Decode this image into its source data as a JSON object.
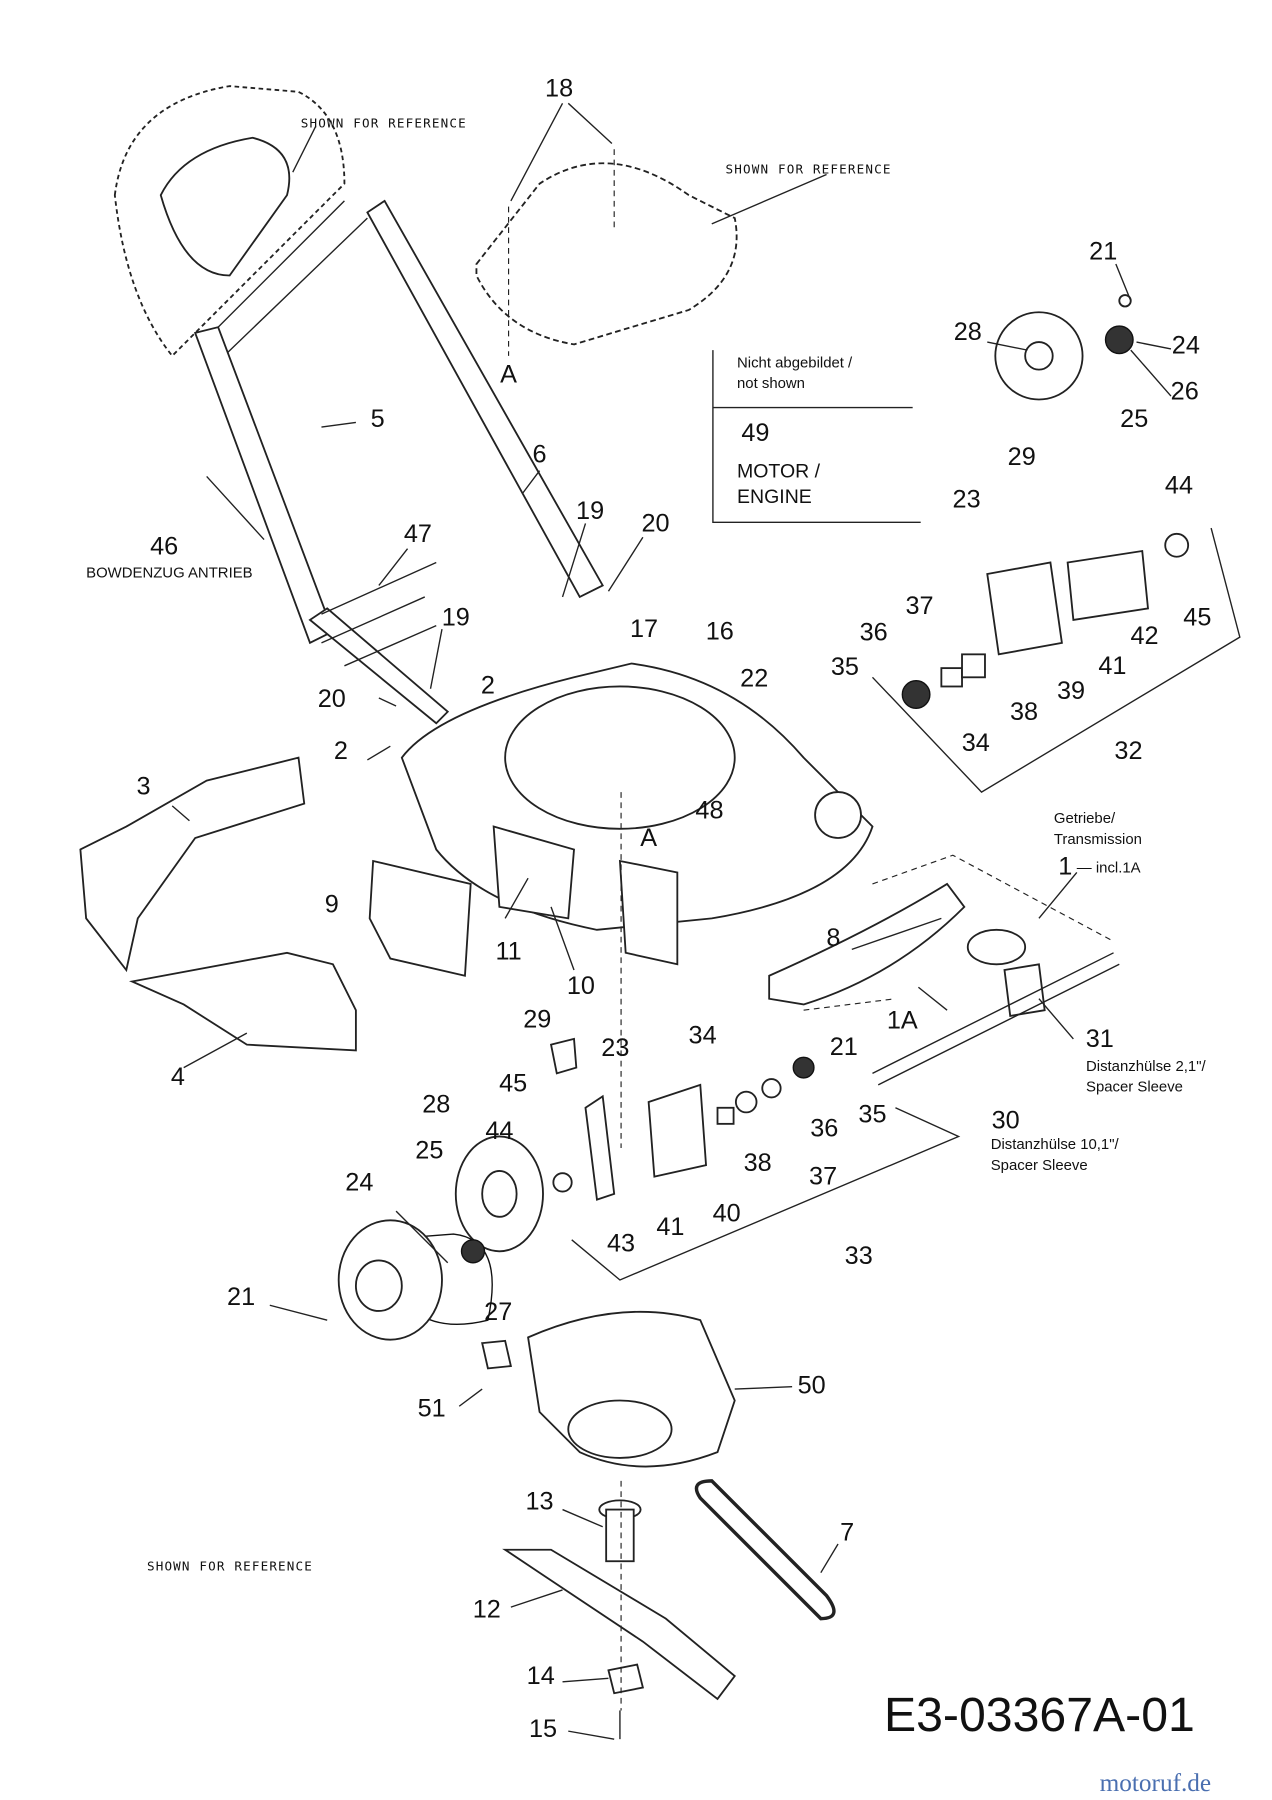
{
  "diagram_code": "E3-03367A-01",
  "watermark": "motoruf.de",
  "not_shown_box": {
    "header": [
      "Nicht abgebildet /",
      "not shown"
    ],
    "number": "49",
    "label": [
      "MOTOR /",
      "ENGINE"
    ]
  },
  "notes": {
    "shown_for_reference": "SHOWN FOR REFERENCE",
    "bowdenzug": "BOWDENZUG ANTRIEB",
    "transmission": [
      "Getriebe/",
      "Transmission"
    ],
    "incl": "— incl.1A",
    "spacer_short": [
      "Distanzhülse 2,1\"/",
      "Spacer Sleeve"
    ],
    "spacer_long": [
      "Distanzhülse 10,1\"/",
      "Spacer Sleeve"
    ]
  },
  "callouts": [
    "18",
    "A",
    "21",
    "28",
    "24",
    "26",
    "25",
    "5",
    "6",
    "29",
    "23",
    "44",
    "46",
    "47",
    "19",
    "20",
    "19",
    "37",
    "36",
    "42",
    "41",
    "45",
    "35",
    "38",
    "39",
    "34",
    "32",
    "17",
    "16",
    "22",
    "2",
    "20",
    "2",
    "3",
    "48",
    "A",
    "1",
    "9",
    "11",
    "10",
    "8",
    "1A",
    "21",
    "31",
    "4",
    "29",
    "23",
    "34",
    "45",
    "44",
    "28",
    "25",
    "36",
    "35",
    "30",
    "38",
    "37",
    "40",
    "41",
    "43",
    "24",
    "33",
    "21",
    "27",
    "50",
    "51",
    "13",
    "7",
    "12",
    "14",
    "15"
  ]
}
